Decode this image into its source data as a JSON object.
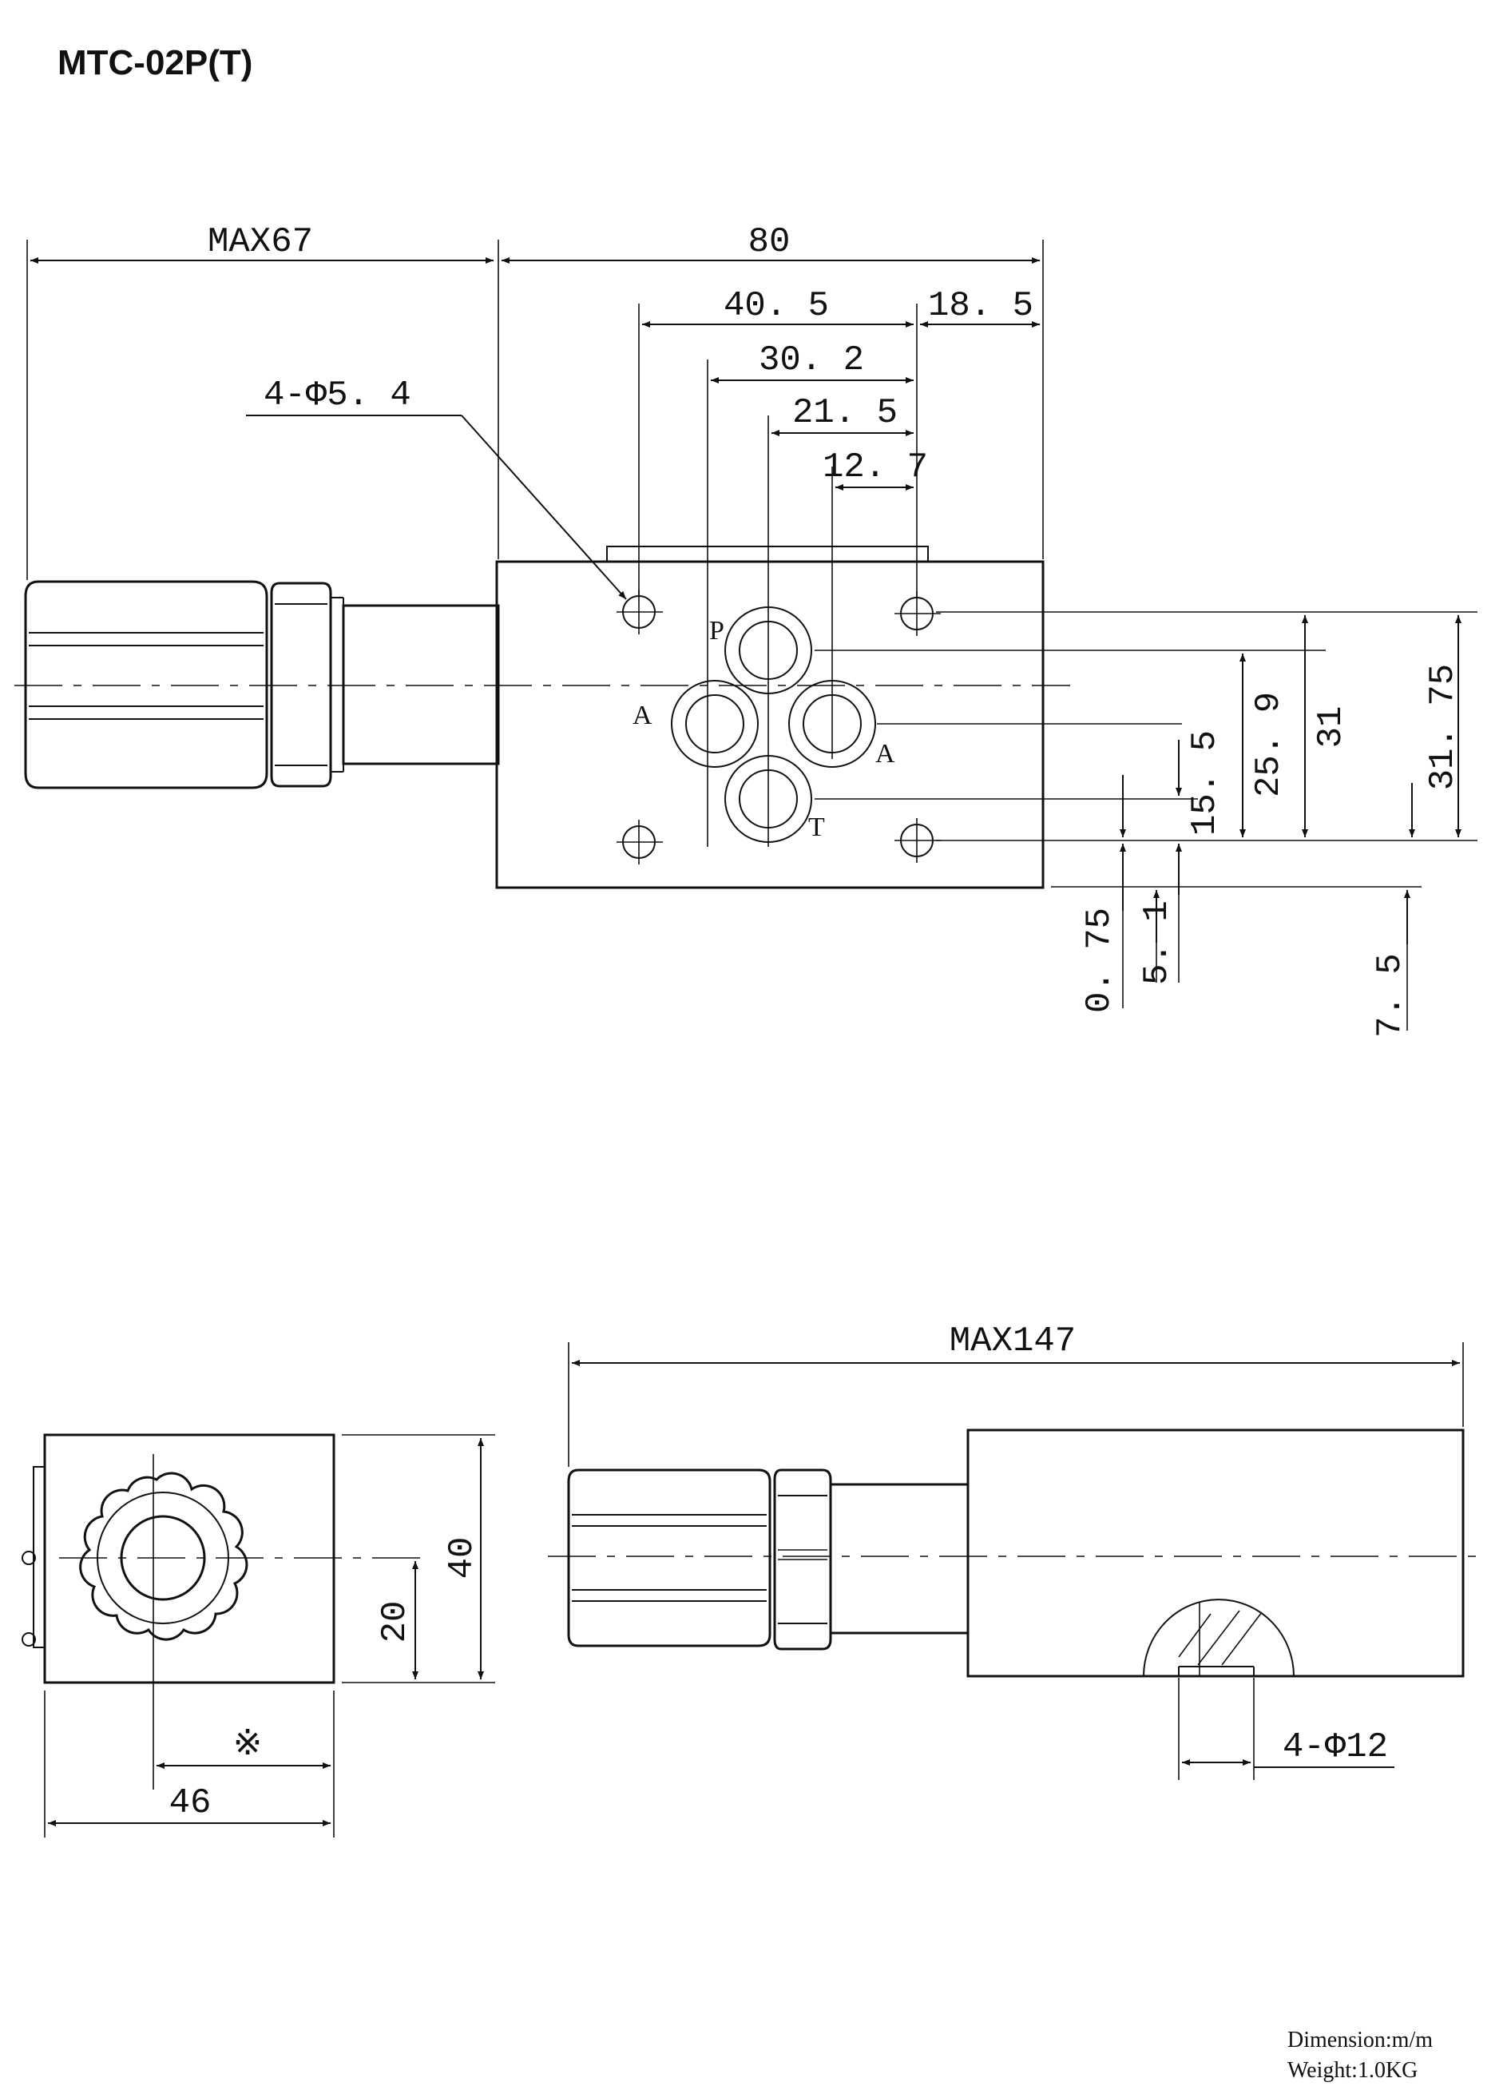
{
  "title": "MTC-02P(T)",
  "top_view": {
    "dim_max67": "MAX67",
    "dim_80": "80",
    "dim_40_5": "40. 5",
    "dim_18_5": "18. 5",
    "dim_30_2": "30. 2",
    "dim_21_5": "21. 5",
    "dim_12_7": "12. 7",
    "hole_callout": "4-Φ5. 4",
    "port_p": "P",
    "port_a_left": "A",
    "port_a_right": "A",
    "port_t": "T",
    "dim_15_5": "15. 5",
    "dim_25_9": "25. 9",
    "dim_31": "31",
    "dim_31_75": "31. 75",
    "dim_0_75": "0. 75",
    "dim_5_1": "5. 1",
    "dim_7_5": "7. 5"
  },
  "end_view": {
    "dim_40": "40",
    "dim_20": "20",
    "dim_ref_mark": "※",
    "dim_46": "46"
  },
  "side_view": {
    "dim_max147": "MAX147",
    "bolt_callout": "4-Φ12"
  },
  "notes": {
    "dimension": "Dimension:m/m",
    "weight": "Weight:1.0KG"
  }
}
